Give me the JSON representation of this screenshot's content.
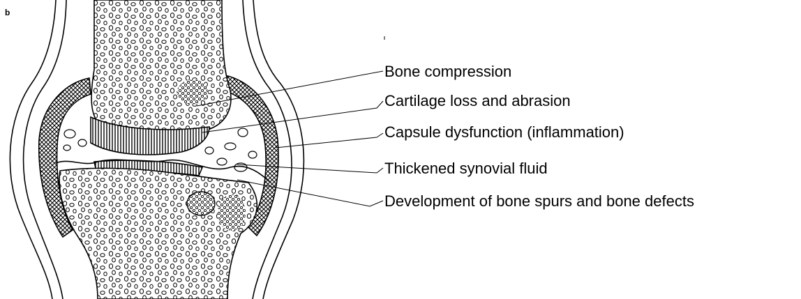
{
  "panel_letter": "b",
  "labels": [
    "Bone compression",
    "Cartilage loss and abrasion",
    "Capsule dysfunction (inflammation)",
    "Thickened synovial fluid",
    "Development of bone spurs and bone defects"
  ],
  "colors": {
    "ink": "#000000",
    "background": "#ffffff"
  }
}
